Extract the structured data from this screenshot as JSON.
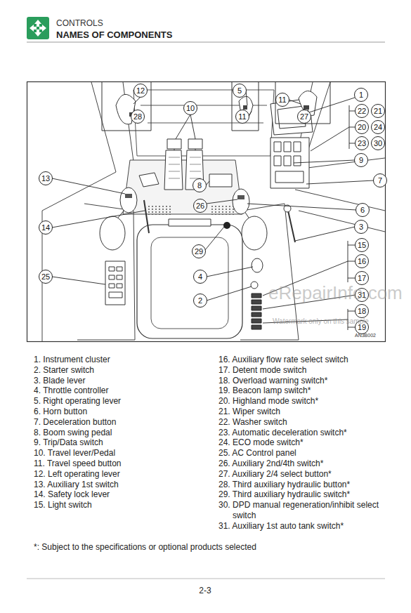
{
  "diagram": {
    "title": "NAMES OF COMPONENTS",
    "labels": [
      "CONTROLS",
      "12",
      "28",
      "10",
      "5",
      "11",
      "11",
      "27",
      "1",
      "22",
      "21",
      "20",
      "24",
      "23",
      "30",
      "9",
      "7",
      "13",
      "8",
      "26",
      "6",
      "14",
      "3",
      "15",
      "29",
      "16",
      "4",
      "25",
      "17",
      "31",
      "2",
      "18",
      "19",
      "eRepairInfo.com",
      "Watermark only on this sample",
      "AN3B002",
      "1. Instrument cluster",
      "2. Starter switch",
      "3. Blade lever",
      "4. Throttle controller",
      "5. Right operating lever",
      "6. Horn button",
      "7. Deceleration button",
      "8. Boom swing pedal",
      "9. Trip/Data switch",
      "10. Travel lever/Pedal",
      "11. Travel speed button",
      "12. Left operating lever",
      "13. Auxiliary 1st switch",
      "14. Safety lock lever",
      "15. Light switch",
      "16. Auxiliary flow rate select switch",
      "17. Detent mode switch",
      "18. Overload warning switch*",
      "19. Beacon lamp switch*",
      "20. Highland mode switch*",
      "21. Wiper switch",
      "22. Washer switch",
      "23. Automatic deceleration switch*",
      "24. ECO mode switch*",
      "25. AC Control panel",
      "26. Auxiliary 2nd/4th switch*",
      "27. Auxiliary 2/4 select button*",
      "28. Third auxiliary hydraulic button*",
      "29. Third auxiliary hydraulic switch*",
      "30. DPD manual regeneration/inhibit select switch",
      "31. Auxiliary 1st auto tank switch*",
      "*: Subject to the specifications or optional products selected",
      "2-3"
    ]
  }
}
